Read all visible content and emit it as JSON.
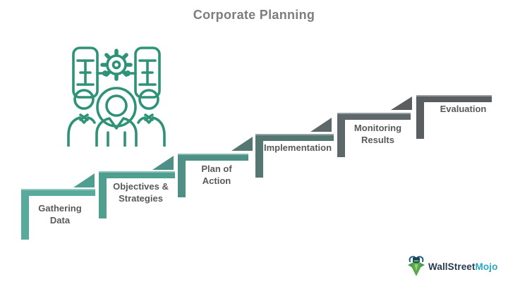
{
  "title": "Corporate Planning",
  "steps": [
    {
      "order": 1,
      "label": "Gathering Data",
      "color": "#58ab9c"
    },
    {
      "order": 2,
      "label": "Objectives & Strategies",
      "color": "#4f9f90"
    },
    {
      "order": 3,
      "label": "Plan of Action",
      "color": "#4e9085"
    },
    {
      "order": 4,
      "label": "Implementation",
      "color": "#567671"
    },
    {
      "order": 5,
      "label": "Monitoring Results",
      "color": "#5e686a"
    },
    {
      "order": 6,
      "label": "Evaluation",
      "color": "#5b5e61"
    }
  ],
  "icons": {
    "team_icon": "team-planning-icon",
    "bull_icon": "bull-logo-icon",
    "team_icon_color": "#2e9277"
  },
  "logo": {
    "brand_primary": "WallStreet",
    "brand_secondary": "Mojo",
    "primary_color": "#283850",
    "secondary_color": "#29a8bd"
  },
  "text_colors": {
    "title": "#7d7d7d",
    "step_label": "#595959"
  }
}
